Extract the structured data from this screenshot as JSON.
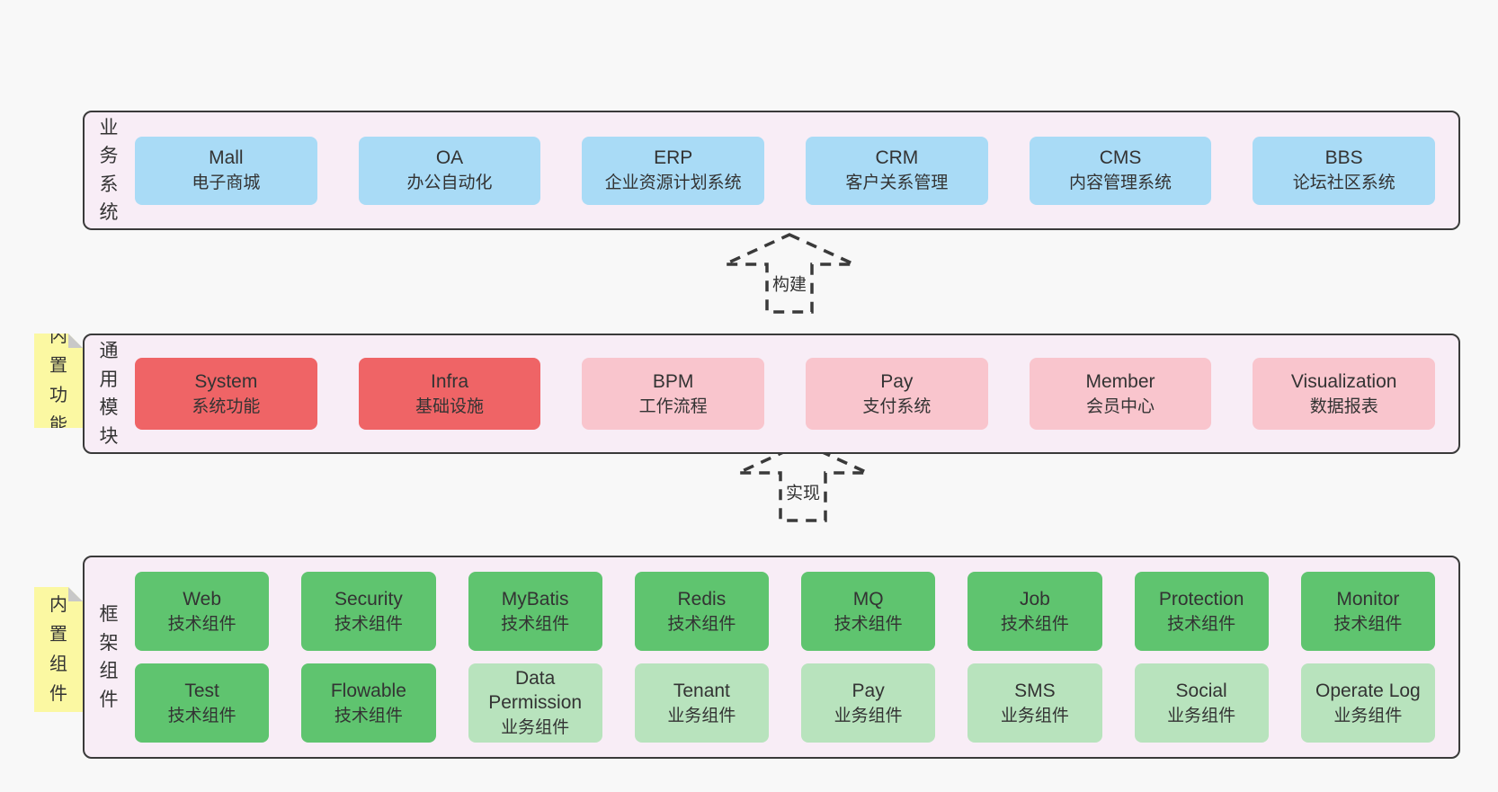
{
  "colors": {
    "page_bg": "#f8f8f8",
    "panel_bg": "#f8edf6",
    "line": "#3a3a3a",
    "text": "#333333",
    "blue": "#a9dbf6",
    "red": "#ef6466",
    "pink": "#f9c5cd",
    "green": "#5fc46f",
    "lightgreen": "#b8e3bd",
    "note_bg": "#fbf8a2",
    "note_fold": "#c8c8c8"
  },
  "arrows": [
    {
      "label": "构建"
    },
    {
      "label": "实现"
    }
  ],
  "sections": [
    {
      "id": "business-systems",
      "label": "业务系统",
      "note": null,
      "rows": [
        [
          {
            "title": "Mall",
            "subtitle": "电子商城",
            "variant": "blue"
          },
          {
            "title": "OA",
            "subtitle": "办公自动化",
            "variant": "blue"
          },
          {
            "title": "ERP",
            "subtitle": "企业资源计划系统",
            "variant": "blue"
          },
          {
            "title": "CRM",
            "subtitle": "客户关系管理",
            "variant": "blue"
          },
          {
            "title": "CMS",
            "subtitle": "内容管理系统",
            "variant": "blue"
          },
          {
            "title": "BBS",
            "subtitle": "论坛社区系统",
            "variant": "blue"
          }
        ]
      ]
    },
    {
      "id": "common-modules",
      "label": "通用模块",
      "note": "内置功能",
      "rows": [
        [
          {
            "title": "System",
            "subtitle": "系统功能",
            "variant": "red"
          },
          {
            "title": "Infra",
            "subtitle": "基础设施",
            "variant": "red"
          },
          {
            "title": "BPM",
            "subtitle": "工作流程",
            "variant": "pink"
          },
          {
            "title": "Pay",
            "subtitle": "支付系统",
            "variant": "pink"
          },
          {
            "title": "Member",
            "subtitle": "会员中心",
            "variant": "pink"
          },
          {
            "title": "Visualization",
            "subtitle": "数据报表",
            "variant": "pink"
          }
        ]
      ]
    },
    {
      "id": "framework-components",
      "label": "框架组件",
      "note": "内置组件",
      "rows": [
        [
          {
            "title": "Web",
            "subtitle": "技术组件",
            "variant": "green"
          },
          {
            "title": "Security",
            "subtitle": "技术组件",
            "variant": "green"
          },
          {
            "title": "MyBatis",
            "subtitle": "技术组件",
            "variant": "green"
          },
          {
            "title": "Redis",
            "subtitle": "技术组件",
            "variant": "green"
          },
          {
            "title": "MQ",
            "subtitle": "技术组件",
            "variant": "green"
          },
          {
            "title": "Job",
            "subtitle": "技术组件",
            "variant": "green"
          },
          {
            "title": "Protection",
            "subtitle": "技术组件",
            "variant": "green"
          },
          {
            "title": "Monitor",
            "subtitle": "技术组件",
            "variant": "green"
          }
        ],
        [
          {
            "title": "Test",
            "subtitle": "技术组件",
            "variant": "green"
          },
          {
            "title": "Flowable",
            "subtitle": "技术组件",
            "variant": "green"
          },
          {
            "title": "Data Permission",
            "subtitle": "业务组件",
            "variant": "lightgreen"
          },
          {
            "title": "Tenant",
            "subtitle": "业务组件",
            "variant": "lightgreen"
          },
          {
            "title": "Pay",
            "subtitle": "业务组件",
            "variant": "lightgreen"
          },
          {
            "title": "SMS",
            "subtitle": "业务组件",
            "variant": "lightgreen"
          },
          {
            "title": "Social",
            "subtitle": "业务组件",
            "variant": "lightgreen"
          },
          {
            "title": "Operate Log",
            "subtitle": "业务组件",
            "variant": "lightgreen"
          }
        ]
      ]
    }
  ]
}
